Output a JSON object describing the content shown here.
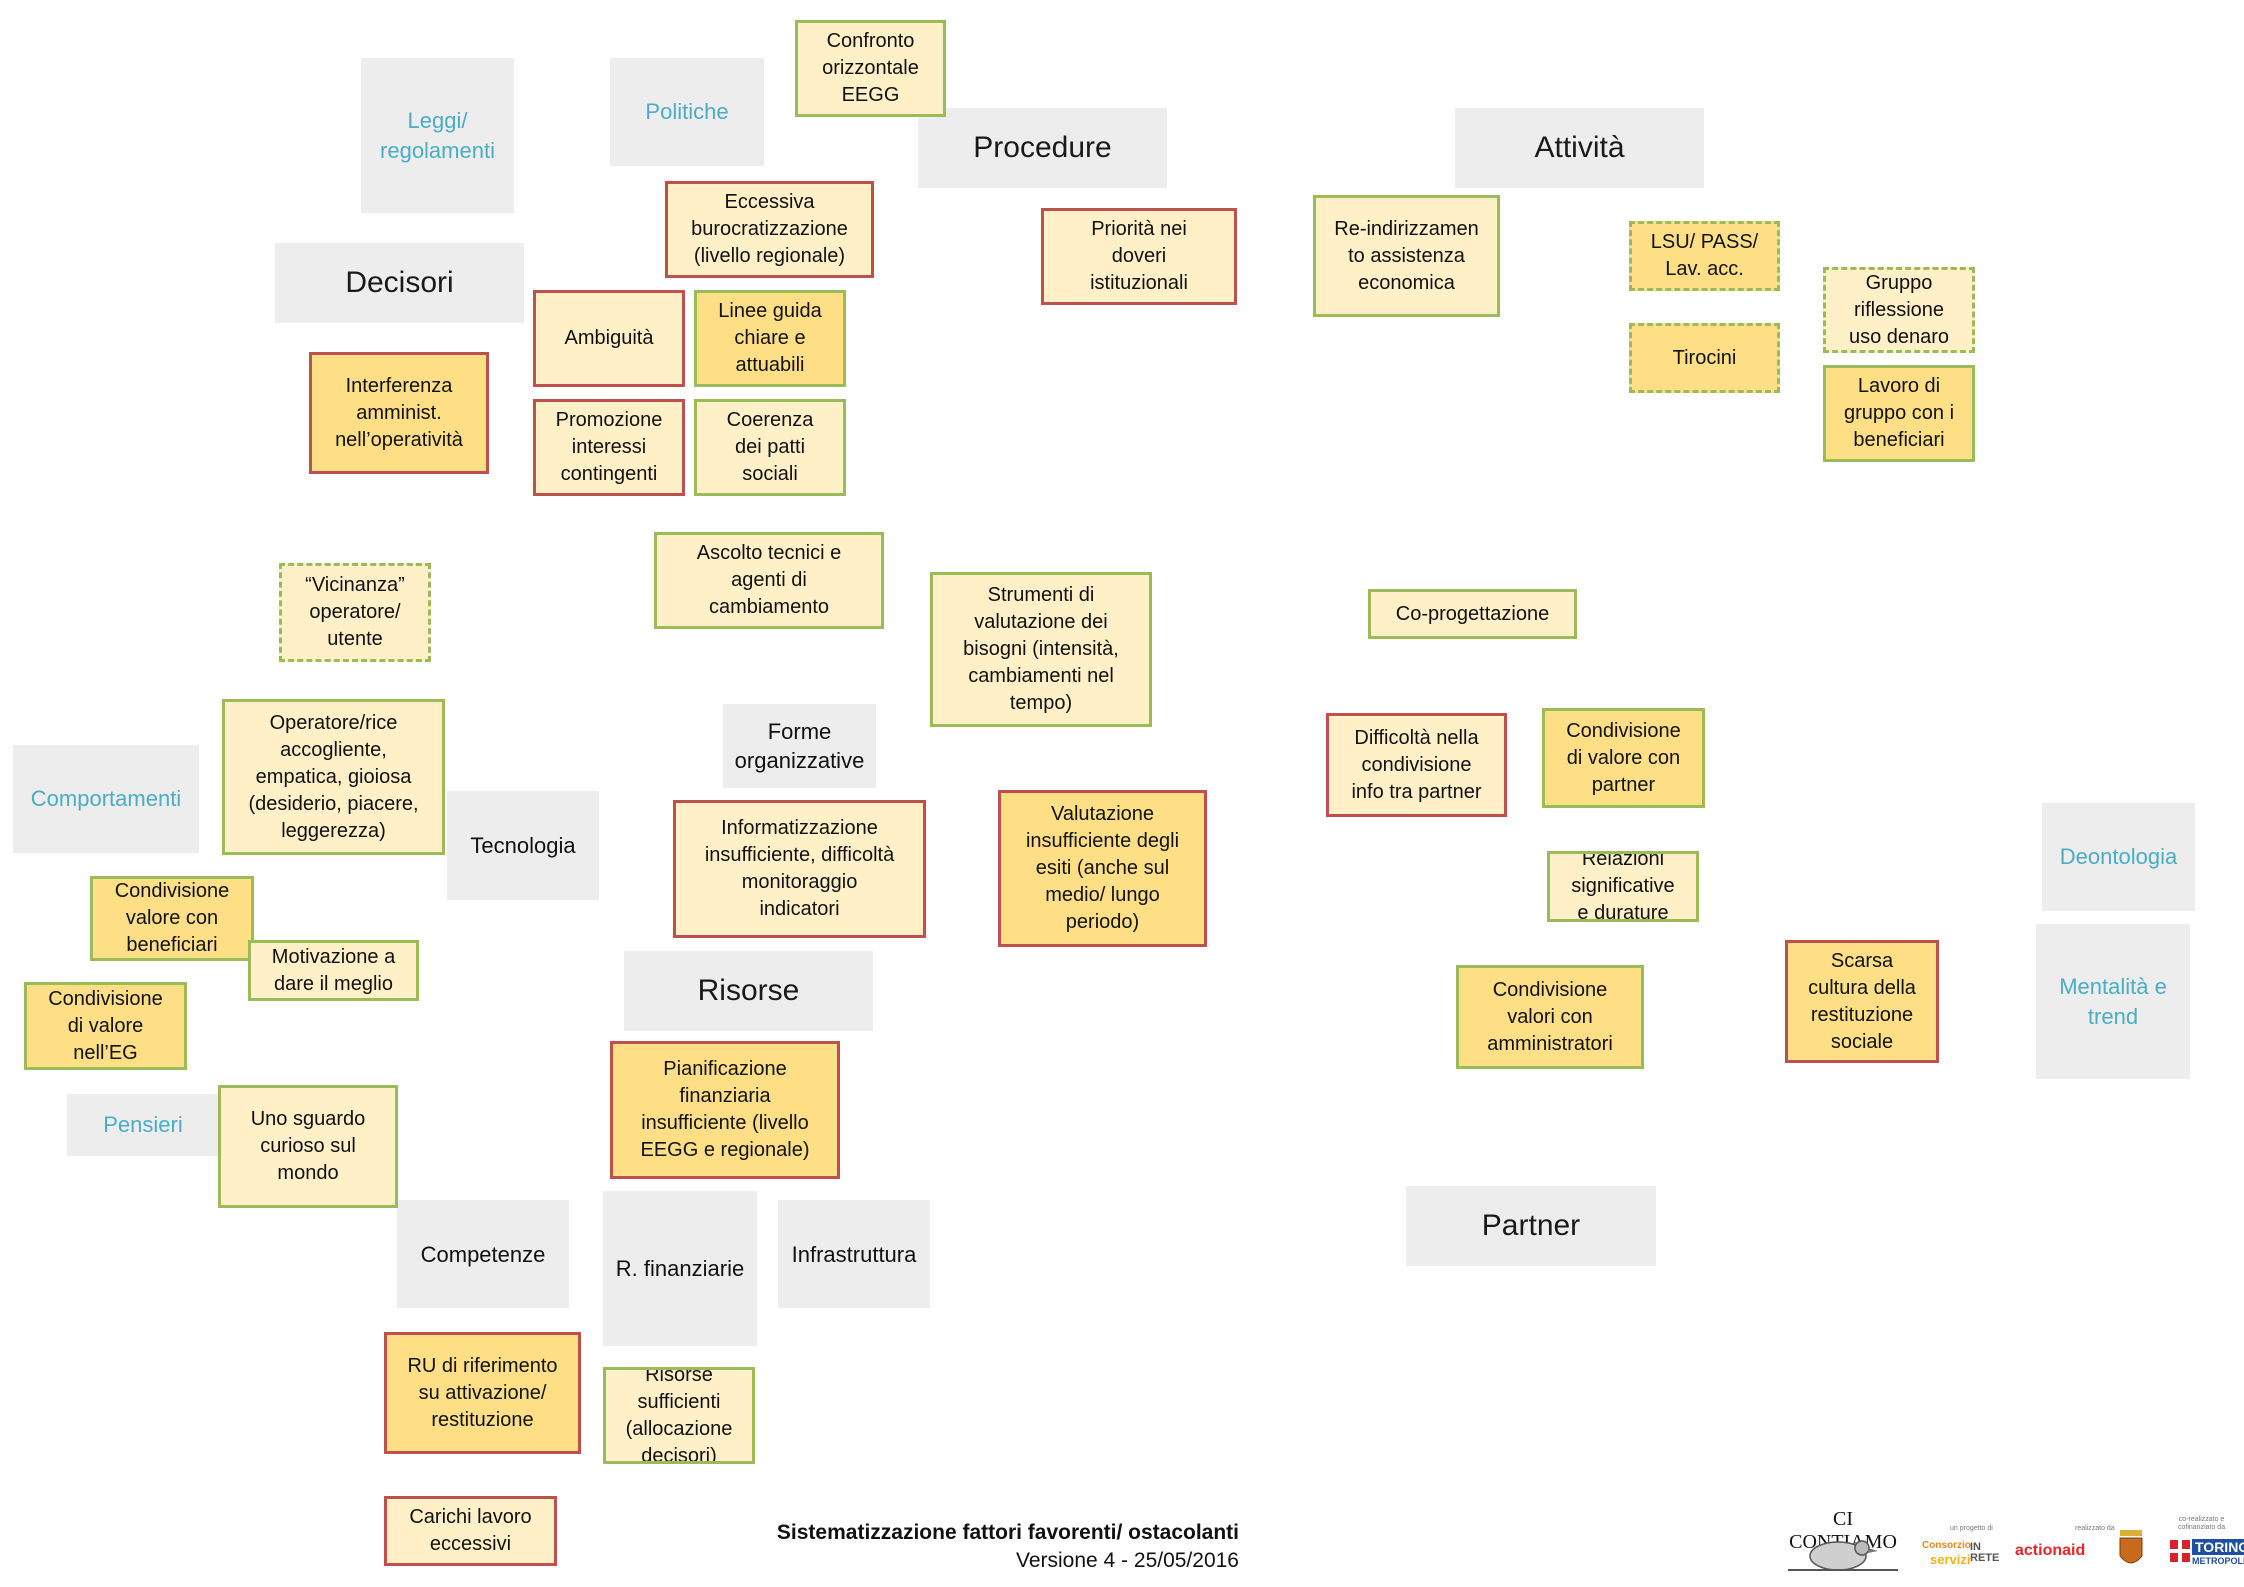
{
  "categories": {
    "leggi": "Leggi/\nregolamenti",
    "politiche": "Politiche",
    "procedure": "Procedure",
    "attivita": "Attività",
    "decisori": "Decisori",
    "comportamenti": "Comportamenti",
    "tecnologia": "Tecnologia",
    "forme": "Forme\norganizzative",
    "risorse": "Risorse",
    "pensieri": "Pensieri",
    "competenze": "Competenze",
    "rfinanziarie": "R. finanziarie",
    "infrastruttura": "Infrastruttura",
    "partner": "Partner",
    "deontologia": "Deontologia",
    "mentalita": "Mentalità e\ntrend"
  },
  "notes": {
    "confronto": "Confronto\norizzontale\nEEGG",
    "eccessiva": "Eccessiva\nburocratizzazione\n(livello regionale)",
    "priorita": "Priorità nei\ndoveri\nistituzionali",
    "reindirizzamento": "Re-indirizzamen\nto assistenza\neconomica",
    "lsu": "LSU/ PASS/\nLav. acc.",
    "tirocini": "Tirocini",
    "gruppo_riflessione": "Gruppo\nriflessione\nuso denaro",
    "lavoro_gruppo": "Lavoro di\ngruppo con i\nbeneficiari",
    "ambiguita": "Ambiguità",
    "linee_guida": "Linee guida\nchiare e\nattuabili",
    "interferenza": "Interferenza\namminist.\nnell’operatività",
    "promozione": "Promozione\ninteressi\ncontingenti",
    "coerenza": "Coerenza\ndei patti\nsociali",
    "ascolto": "Ascolto tecnici e\nagenti di\ncambiamento",
    "strumenti": "Strumenti di\nvalutazione dei\nbisogni (intensità,\ncambiamenti nel\ntempo)",
    "coprogettazione": "Co-progettazione",
    "vicinanza": "“Vicinanza”\noperatore/\nutente",
    "operatore": "Operatore/rice\naccogliente,\nempatica, gioiosa\n(desiderio, piacere,\nleggerezza)",
    "difficolta": "Difficoltà nella\ncondivisione\ninfo tra partner",
    "condivisione_partner": "Condivisione\ndi valore con\npartner",
    "informatizzazione": "Informatizzazione\ninsufficiente, difficoltà\nmonitoraggio\nindicatori",
    "valutazione": "Valutazione\ninsufficiente degli\nesiti (anche sul\nmedio/ lungo\nperiodo)",
    "condivisione_beneficiari": "Condivisione\nvalore con\nbeneficiari",
    "relazioni": "Relazioni\nsignificative\ne durature",
    "motivazione": "Motivazione a\ndare il meglio",
    "condivisione_eg": "Condivisione\ndi valore\nnell’EG",
    "condivisione_amministratori": "Condivisione\nvalori con\namministratori",
    "scarsa": "Scarsa\ncultura della\nrestituzione\nsociale",
    "pianificazione": "Pianificazione\nfinanziaria\ninsufficiente (livello\nEEGG e regionale)",
    "sguardo": "Uno sguardo\ncurioso sul\nmondo",
    "ru": "RU di riferimento\nsu attivazione/\nrestituzione",
    "risorse_sufficienti": "Risorse\nsufficienti\n(allocazione\ndecisori)",
    "carichi": "Carichi lavoro\neccessivi"
  },
  "footer": {
    "title": "Sistematizzazione fattori favorenti/ ostacolanti",
    "version": "Versione 4 - 25/05/2016"
  },
  "logos": {
    "ci_contiamo": "CI CONTIAMO",
    "consorzio": "Consorzio",
    "servizi": "servizi",
    "inrete": "IN RETE",
    "actionaid": "actionaid",
    "torino": "TORINO",
    "metropoli": "METROPOLI",
    "un_progetto_di": "un progetto di",
    "realizzato_da": "realizzato da",
    "cofinanziato": "co-realizzato e\ncofinanziato da"
  },
  "colors": {
    "category_bg": "#ededed",
    "category_blue_text": "#4bacc6",
    "note_light": "#fff0c7",
    "note_dark": "#ffdf86",
    "border_red": "#c0504d",
    "border_green": "#9bbb59",
    "actionaid_red": "#e4262d",
    "torino_blue": "#1f4fa0"
  }
}
